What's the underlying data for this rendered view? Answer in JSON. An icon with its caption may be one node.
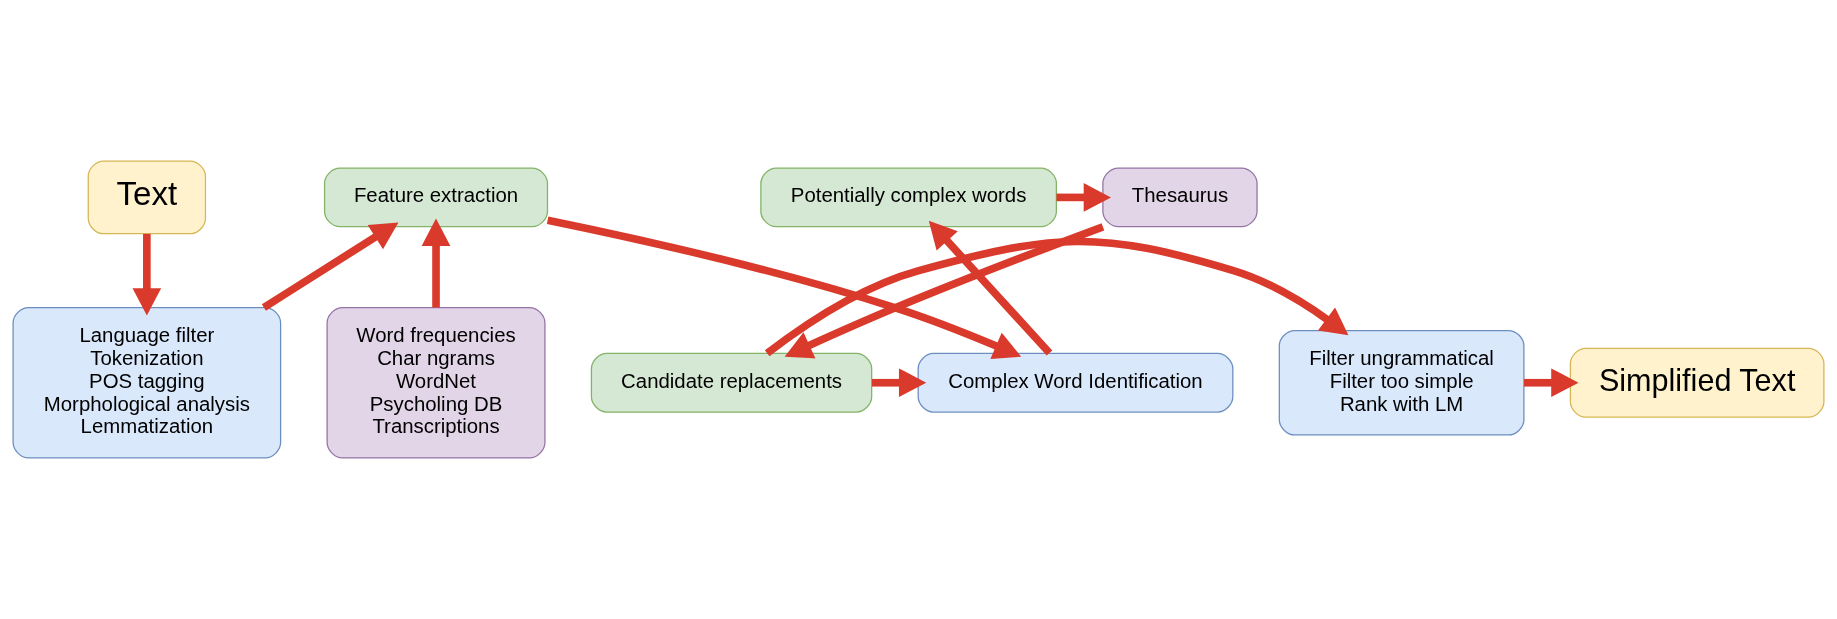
{
  "diagram": {
    "nodes": [
      {
        "text": [
          "Text"
        ]
      },
      {
        "text": [
          "Feature extraction"
        ]
      },
      {
        "text": [
          "Potentially complex words"
        ]
      },
      {
        "text": [
          "Thesaurus"
        ]
      },
      {
        "text": [
          "Candidate replacements"
        ]
      },
      {
        "text": [
          "Language filter",
          "Tokenization",
          "POS tagging",
          "Morphological analysis",
          "Lemmatization"
        ]
      },
      {
        "text": [
          "Word frequencies",
          "Char ngrams",
          "WordNet",
          "Psycholing DB",
          "Transcriptions"
        ]
      },
      {
        "text": [
          "Complex Word Identification"
        ]
      },
      {
        "text": [
          "Filter ungrammatical",
          "Filter too simple",
          "Rank with LM"
        ]
      },
      {
        "text": [
          "Simplified Text"
        ]
      }
    ],
    "edges": [
      {
        "from": 0,
        "to": 5,
        "arrow": "to"
      },
      {
        "from": 5,
        "to": 1,
        "arrow": "to"
      },
      {
        "from": 6,
        "to": 1,
        "arrow": "to"
      },
      {
        "from": 1,
        "to": 7,
        "arrow": "to"
      },
      {
        "from": 7,
        "to": 2,
        "arrow": "to"
      },
      {
        "from": 2,
        "to": 3,
        "arrow": "to"
      },
      {
        "from": 3,
        "to": 4,
        "arrow": "to"
      },
      {
        "from": 4,
        "to": 7,
        "arrow": "to"
      },
      {
        "from": 4,
        "to": 8,
        "arrow": "to"
      },
      {
        "from": 8,
        "to": 9,
        "arrow": "to"
      }
    ]
  }
}
